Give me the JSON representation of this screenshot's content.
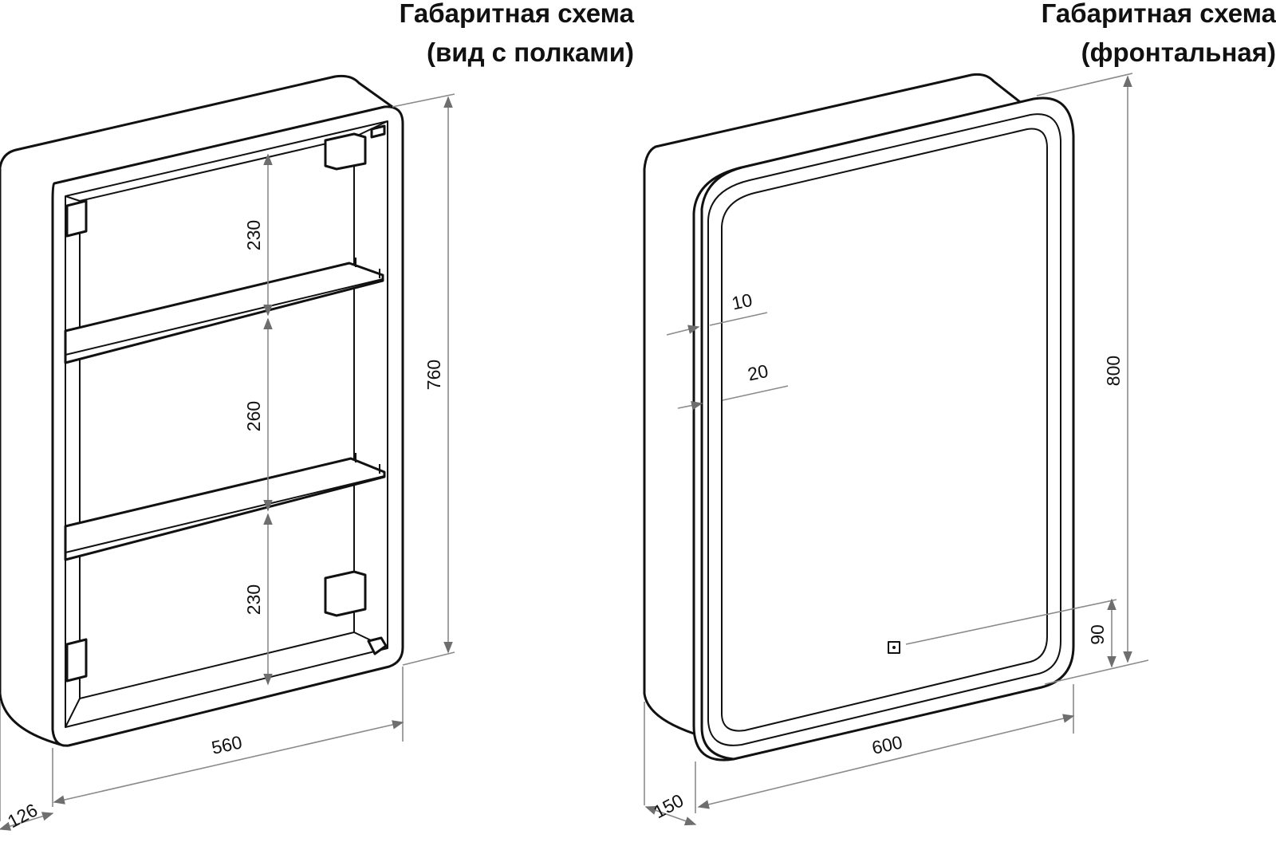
{
  "left_drawing": {
    "title_line1": "Габаритная схема",
    "title_line2": "(вид с полками)",
    "dims": {
      "shelf_top": "230",
      "shelf_middle": "260",
      "shelf_bottom": "230",
      "height": "760",
      "width": "560",
      "depth": "126"
    }
  },
  "right_drawing": {
    "title_line1": "Габаритная схема",
    "title_line2": "(фронтальная)",
    "dims": {
      "edge_inner": "10",
      "edge_outer": "20",
      "height": "800",
      "switch_height": "90",
      "width": "600",
      "depth": "150"
    }
  }
}
